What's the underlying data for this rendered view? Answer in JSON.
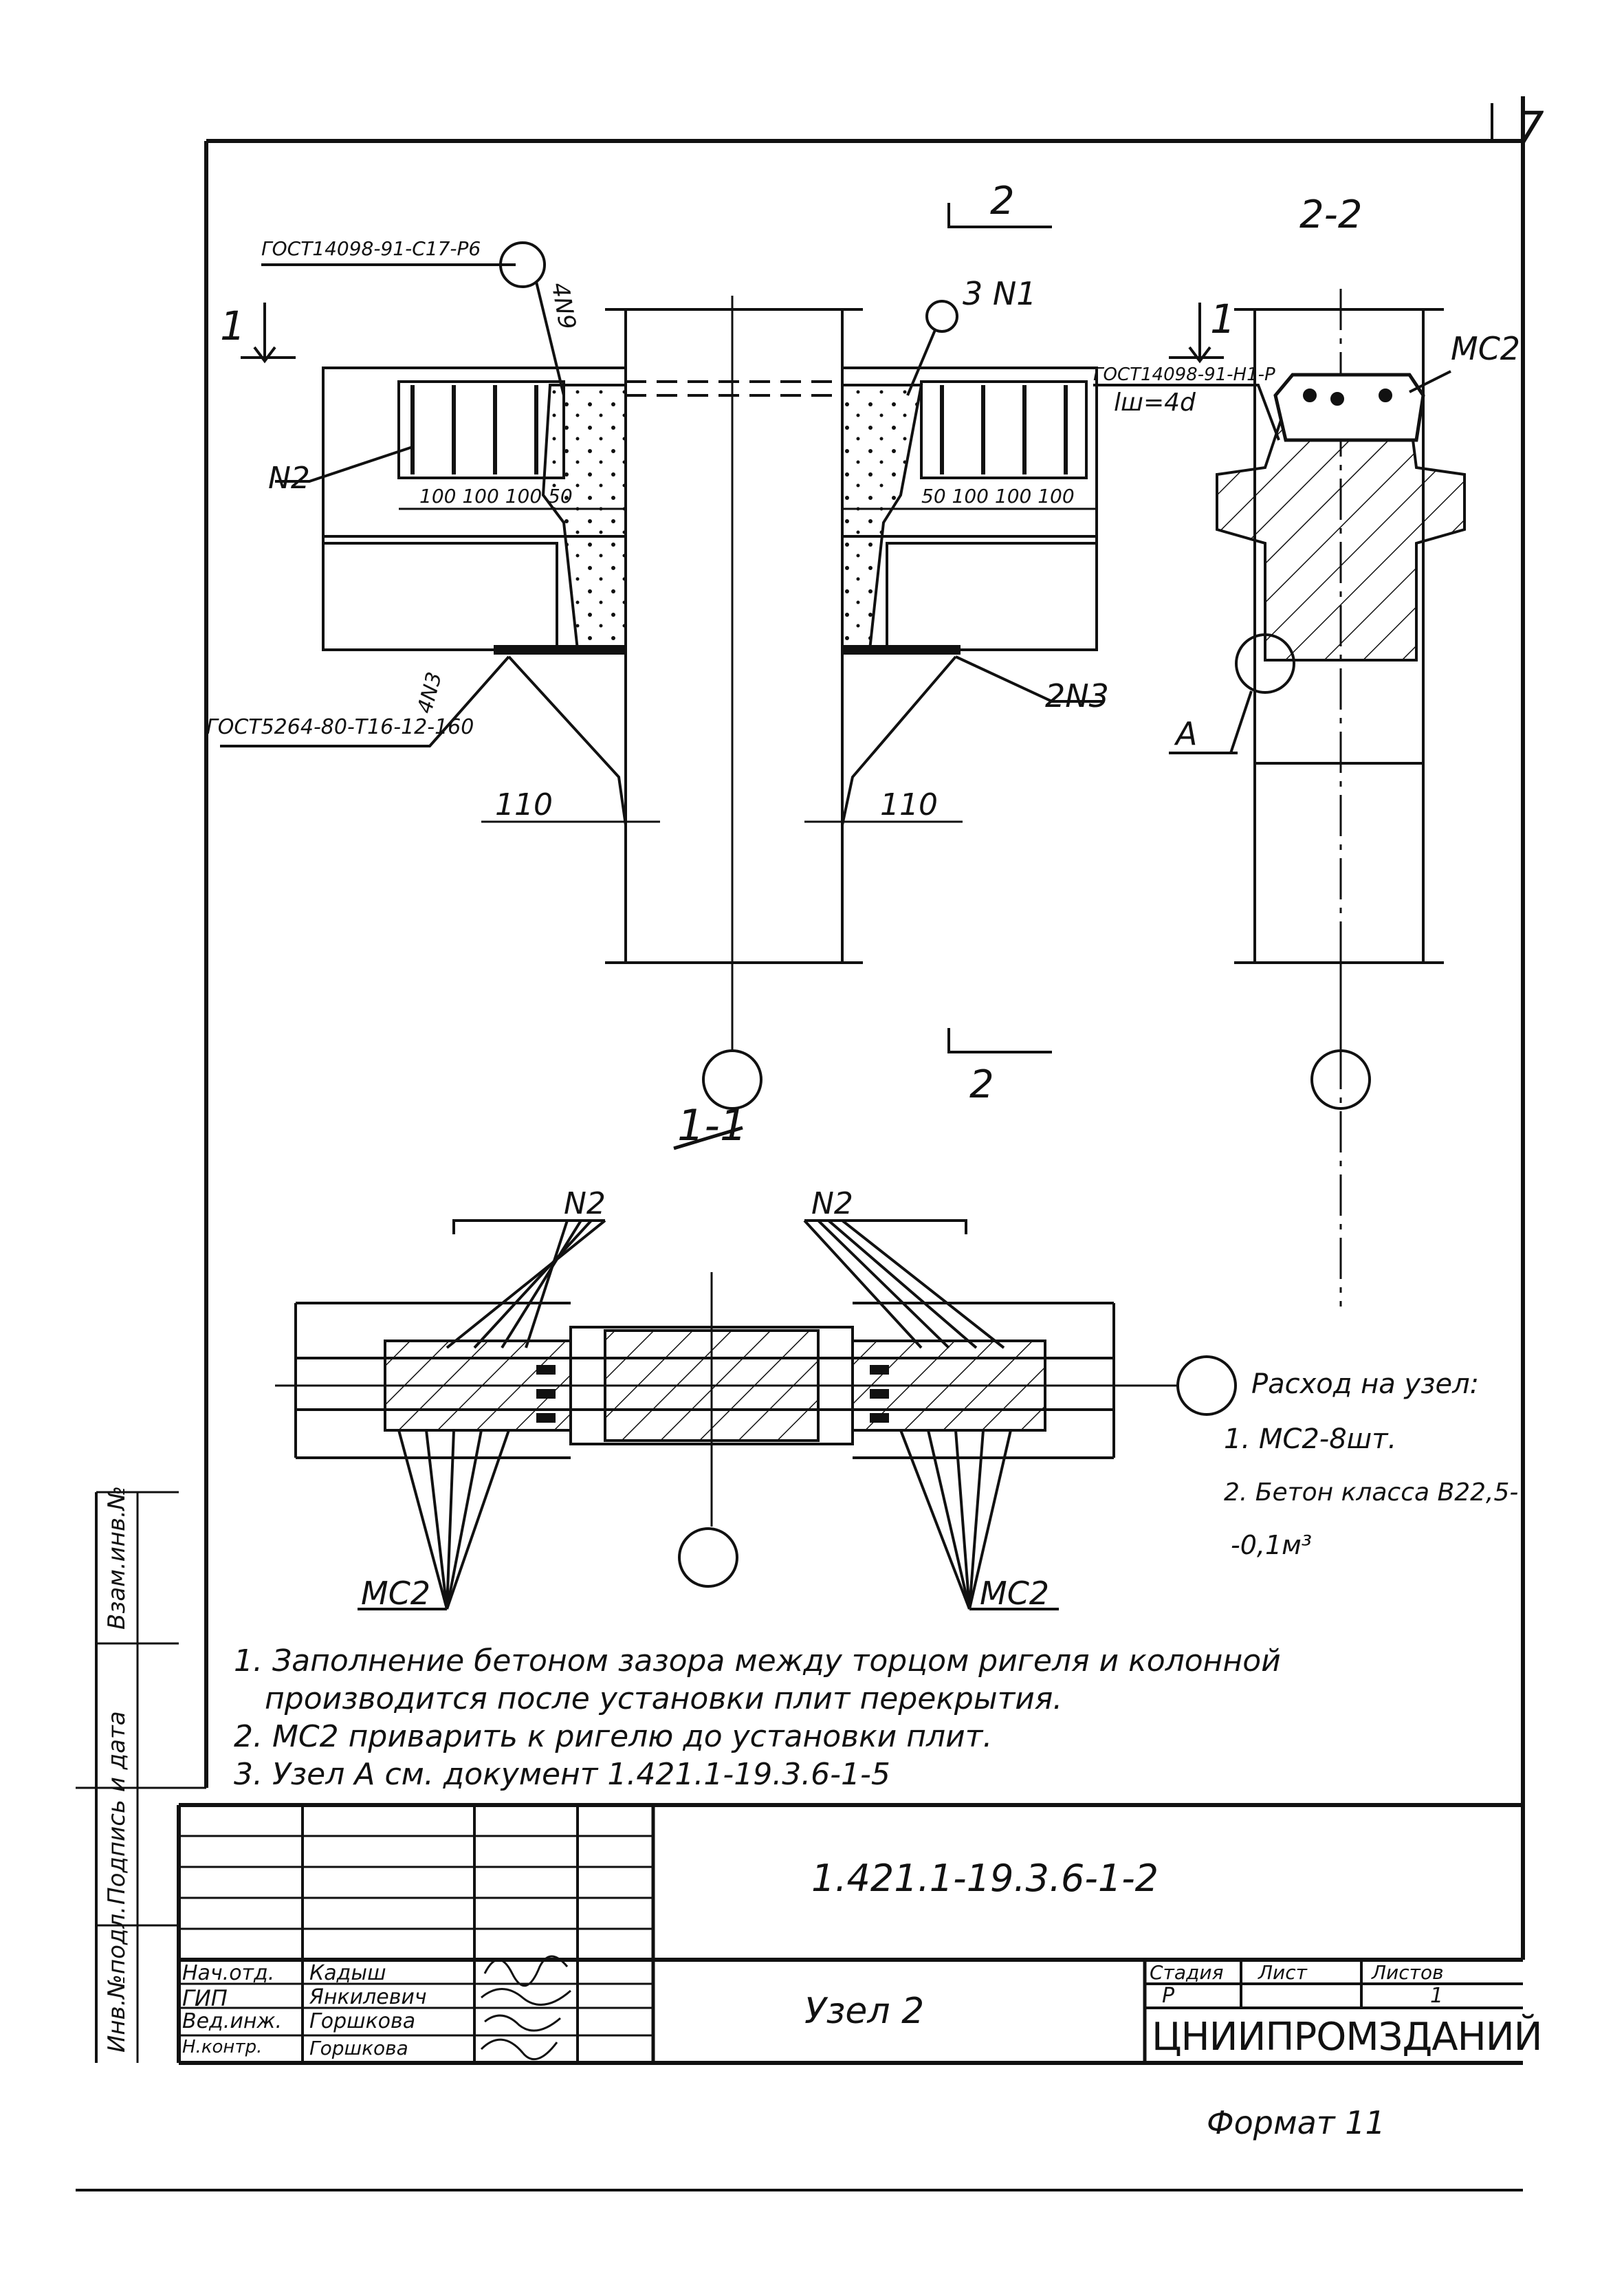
{
  "sheet": {
    "sheet_number": "7",
    "format_label": "Формат 11"
  },
  "drawing": {
    "section_1_1": {
      "title": "1-1",
      "cut_mark_1": "1",
      "cut_mark_2": "2",
      "gost_top": "ГОСТ14098-91-С17-Р6",
      "callout_top_left": "4N9",
      "callout_top_right": "3 N1",
      "callout_n2": "N2",
      "gost_bottom": "ГОСТ5264-80-Т16-12-160",
      "callout_bottom_left": "4N3",
      "callout_bottom_right": "2N3",
      "dim_left_spacings": "100 100 100 50",
      "dim_right_spacings": "50 100 100 100",
      "dim_110_left": "110",
      "dim_110_right": "110"
    },
    "section_2_2": {
      "title": "2-2",
      "cut_mark": "1",
      "gost": "ГОСТ14098-91-Н1-Р",
      "weld_length": "lш=4d",
      "label_mc2": "МС2",
      "node_label": "А"
    },
    "plan": {
      "label_n2_left": "N2",
      "label_n2_right": "N2",
      "label_mc2_left": "МС2",
      "label_mc2_right": "МС2"
    },
    "consumption": {
      "title": "Расход на узел:",
      "item_1": "1. МС2-8шт.",
      "item_2": "2. Бетон класса В22,5-",
      "item_2_cont": "-0,1м³"
    },
    "notes": [
      "1. Заполнение бетоном зазора между торцом ригеля и колонной",
      "производится после установки плит перекрытия.",
      "2. МС2 приварить к ригелю до установки плит.",
      "3. Узел А см. документ 1.421.1-19.3.6-1-5"
    ]
  },
  "side_stamp": {
    "inv_no": "Инв.№подл.",
    "sign_date": "Подпись и дата",
    "replace_inv": "Взам.инв.№"
  },
  "title_block": {
    "doc_code": "1.421.1-19.3.6-1-2",
    "drawing_name": "Узел 2",
    "stage_header": "Стадия",
    "sheet_header": "Лист",
    "sheets_header": "Листов",
    "stage_value": "Р",
    "sheet_value": "1",
    "organization": "ЦНИИПРОМЗДАНИЙ",
    "signatures": [
      {
        "role": "Нач.отд.",
        "name": "Кадыш"
      },
      {
        "role": "ГИП",
        "name": "Янкилевич"
      },
      {
        "role": "Вед.инж.",
        "name": "Горшкова"
      },
      {
        "role": "Н.контр.",
        "name": "Горшкова"
      }
    ]
  }
}
